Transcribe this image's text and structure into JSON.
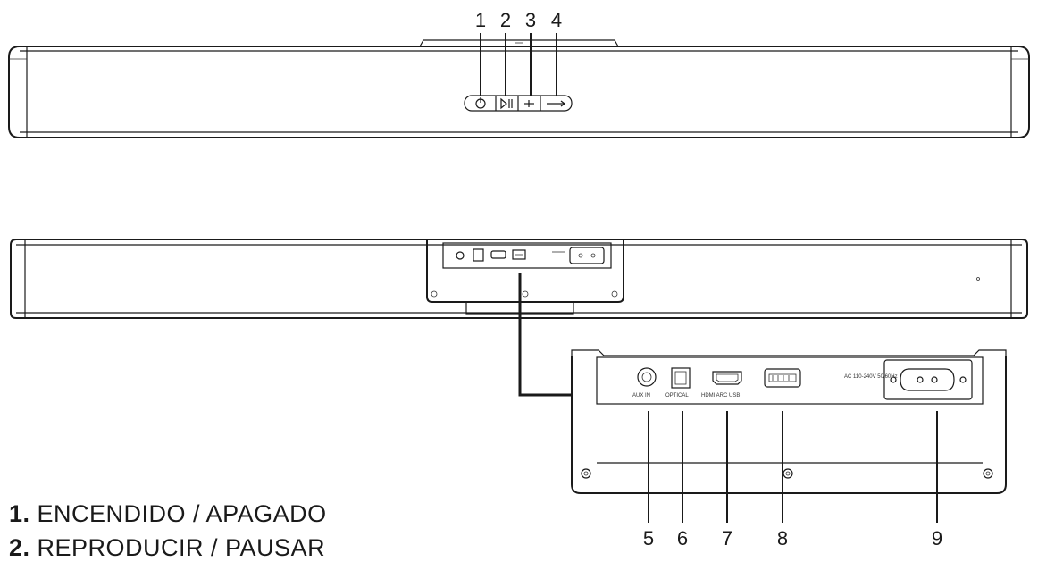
{
  "callouts": {
    "top": [
      "1",
      "2",
      "3",
      "4"
    ],
    "bottom": [
      "5",
      "6",
      "7",
      "8",
      "9"
    ]
  },
  "port_labels": {
    "aux": "AUX IN",
    "optical": "OPTICAL",
    "hdmi_usb": "HDMI ARC USB",
    "power": "AC 110-240V 50/60Hz"
  },
  "legend": [
    {
      "num": "1.",
      "text": " ENCENDIDO / APAGADO"
    },
    {
      "num": "2.",
      "text": " REPRODUCIR / PAUSAR"
    }
  ]
}
